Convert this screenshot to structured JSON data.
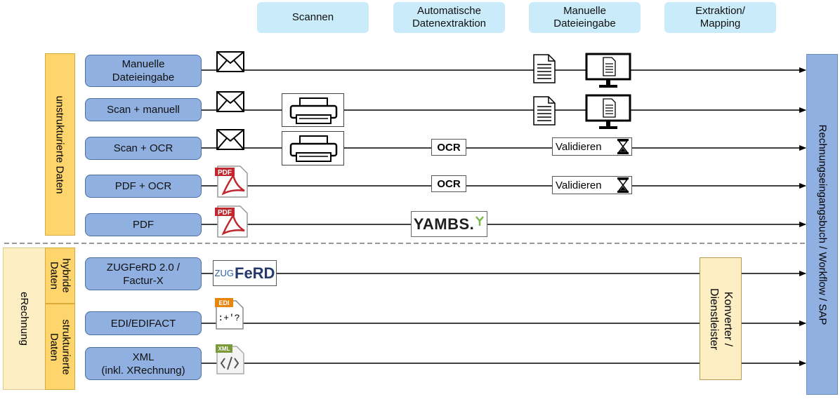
{
  "headers": {
    "scannen": "Scannen",
    "auto": "Automatische\nDatenextraktion",
    "manuell": "Manuelle\nDateieingabe",
    "extraktion": "Extraktion/\nMapping"
  },
  "group_labels": {
    "unstrukturiert": "unstrukturierte Daten",
    "erechnung": "eRechnung",
    "hybride": "hybride\nDaten",
    "strukturierte": "strukturierte\nDaten"
  },
  "rows": [
    {
      "label": "Manuelle\nDateieingabe"
    },
    {
      "label": "Scan + manuell"
    },
    {
      "label": "Scan + OCR"
    },
    {
      "label": "PDF + OCR"
    },
    {
      "label": "PDF"
    },
    {
      "label": "ZUGFeRD 2.0 /\nFactur-X"
    },
    {
      "label": "EDI/EDIFACT"
    },
    {
      "label": "XML\n(inkl. XRechnung)"
    }
  ],
  "tags": {
    "ocr": "OCR",
    "validieren": "Validieren"
  },
  "logos": {
    "yambs": "YAMBS.",
    "ferd_prefix": "ZUG",
    "ferd_main": "FeRD",
    "pdf": "PDF",
    "edi": "EDI",
    "edi_symbol": ":+'?",
    "xml": "XML"
  },
  "converter": "Konverter /\nDienstleister",
  "destination": "Rechnungseingangsbuch / Workflow / SAP",
  "colors": {
    "header_bg": "#c9ebfa",
    "row_box": "#8fb0e0",
    "yellow": "#fdd56c",
    "cream": "#fdeec4",
    "pdf_red": "#c0282e"
  }
}
